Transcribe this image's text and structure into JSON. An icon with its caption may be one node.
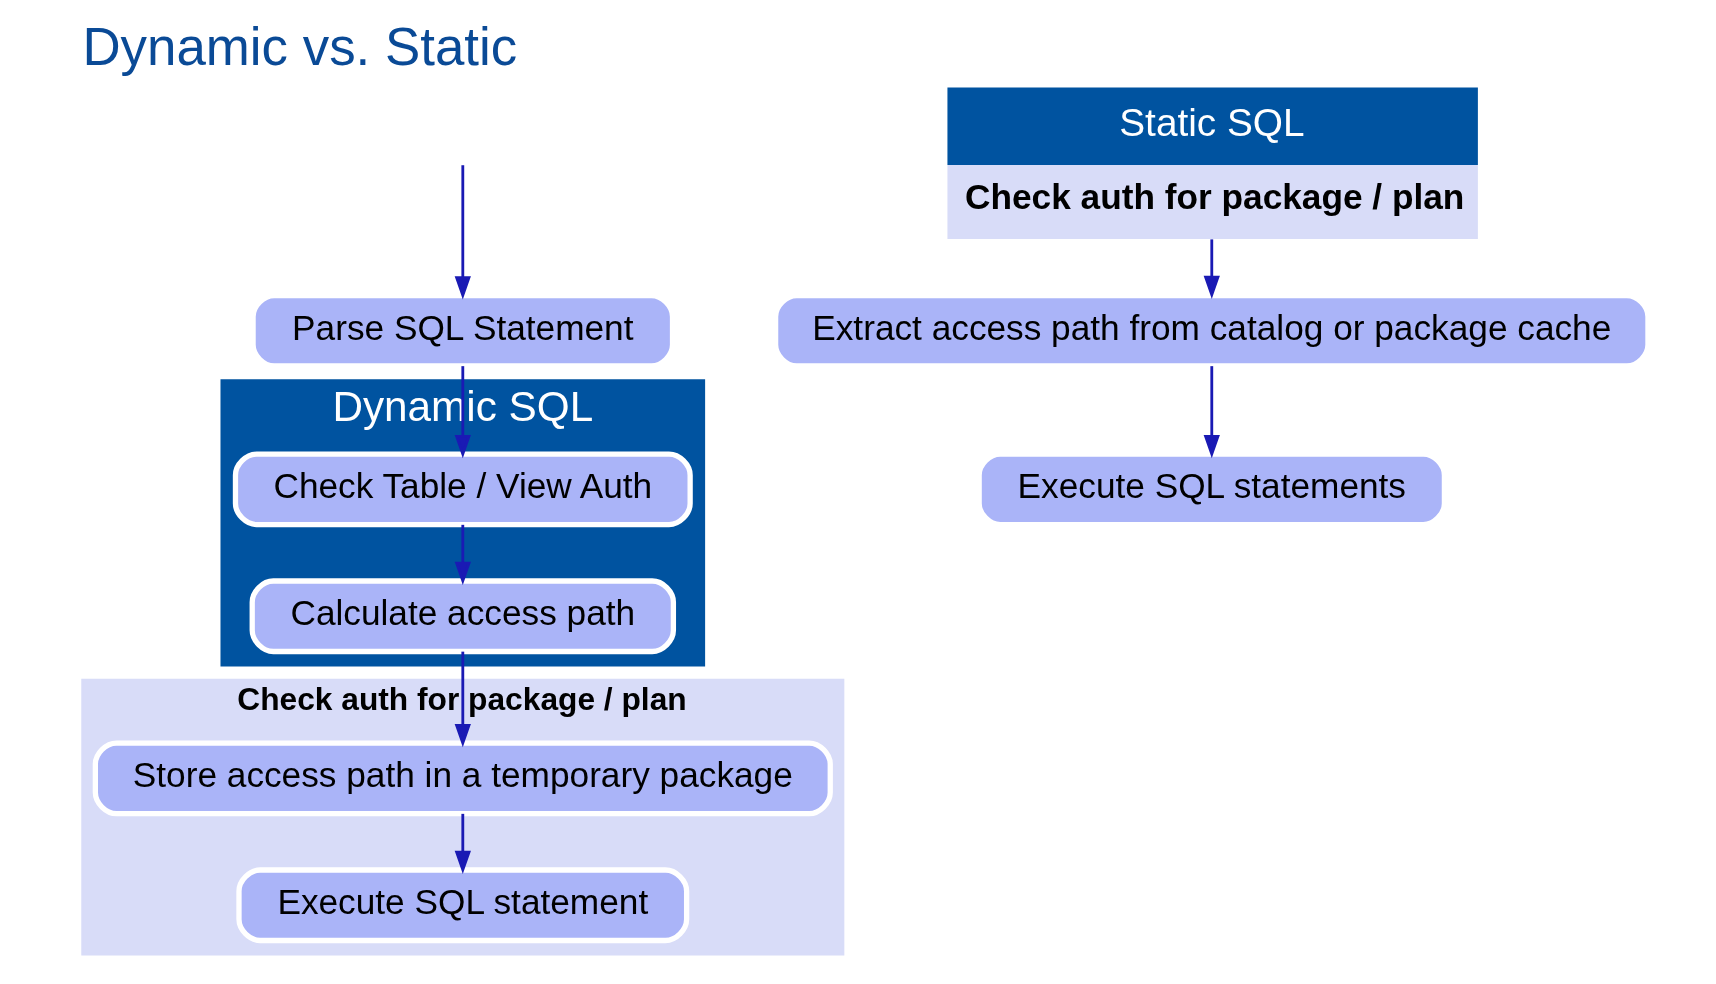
{
  "diagram": {
    "title": "Dynamic vs. Static",
    "nodes": [
      {
        "text": [
          "Parse SQL Statement"
        ]
      },
      {
        "text": [
          "Dynamic SQL"
        ]
      },
      {
        "text": [
          "Check Table / View Auth"
        ],
        "in": 1
      },
      {
        "text": [
          "Calculate access path"
        ],
        "in": 1
      },
      {
        "text": [
          "Check auth for package / plan"
        ]
      },
      {
        "text": [
          "Store access path in a temporary package"
        ],
        "in": 4
      },
      {
        "text": [
          "Execute SQL statement"
        ],
        "in": 4
      },
      {
        "text": [
          "Static SQL",
          "Check auth for package / plan"
        ]
      },
      {
        "text": [
          "Extract access path from catalog or package cache"
        ]
      },
      {
        "text": [
          "Execute SQL statements"
        ]
      }
    ],
    "edges": [
      {
        "from": null,
        "to": 0,
        "arrow": "to"
      },
      {
        "from": 0,
        "to": 2,
        "arrow": "to"
      },
      {
        "from": 2,
        "to": 3,
        "arrow": "to"
      },
      {
        "from": 3,
        "to": 5,
        "arrow": "to"
      },
      {
        "from": 5,
        "to": 6,
        "arrow": "to"
      },
      {
        "from": 7,
        "to": 8,
        "arrow": "to"
      },
      {
        "from": 8,
        "to": 9,
        "arrow": "to"
      }
    ]
  }
}
